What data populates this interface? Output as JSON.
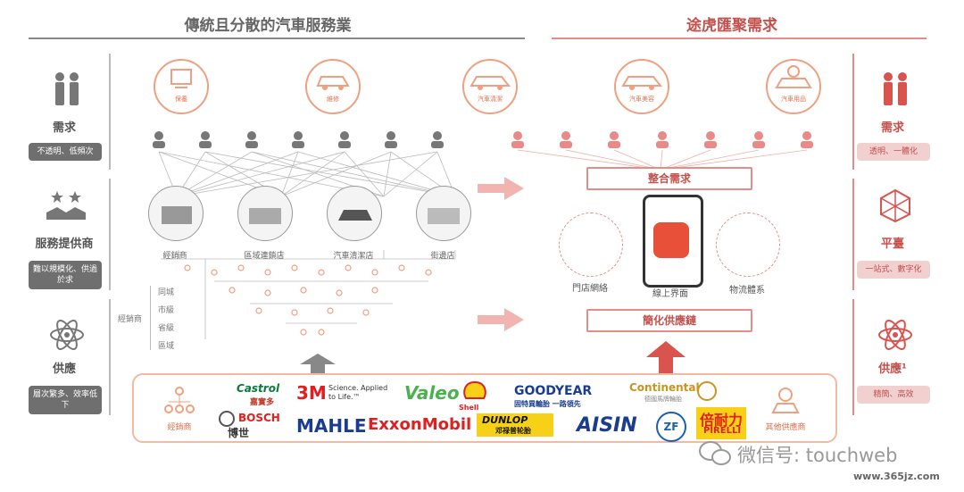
{
  "left_header": "傳統且分散的汽車服務業",
  "right_header": "途虎匯聚需求",
  "left_side": {
    "demand": {
      "title": "需求",
      "tag": "不透明、低頻次"
    },
    "provider": {
      "title": "服務提供商",
      "tag": "難以規模化、供過於求"
    },
    "supply": {
      "title": "供應",
      "tag": "層次繁多、效率低下"
    }
  },
  "right_side": {
    "demand": {
      "title": "需求",
      "tag": "透明、一體化"
    },
    "platform": {
      "title": "平臺",
      "tag": "一站式、數字化"
    },
    "supply": {
      "title": "供應¹",
      "tag": "精簡、高效"
    }
  },
  "left_services": [
    "保養",
    "維修",
    "汽車清潔"
  ],
  "right_services": [
    "汽車美容",
    "汽車用品"
  ],
  "stores": [
    "經銷商",
    "區域連鎖店",
    "汽車清潔店",
    "街邊店"
  ],
  "dealer_label": "經銷商",
  "levels": [
    "同城",
    "市級",
    "省級",
    "區域"
  ],
  "integrate": "整合需求",
  "simplify": "簡化供應鏈",
  "platform_items": [
    "門店網絡",
    "線上界面",
    "物流體系"
  ],
  "supplier_left": "經銷商",
  "supplier_right": "其他供應商",
  "brands": {
    "castrol": "Castrol",
    "castrol_cn": "嘉實多",
    "three_m": "3M",
    "three_m_sub": "Science. Applied to Life.™",
    "valeo": "Valeo",
    "shell": "Shell",
    "goodyear": "GOODYEAR",
    "goodyear_cn": "固特異輪胎 一路領先",
    "continental": "Continental",
    "continental_cn": "德國馬牌輪胎",
    "bosch": "BOSCH",
    "bosch_cn": "博世",
    "mahle": "MAHLE",
    "exxon": "ExxonMobil",
    "dunlop": "DUNLOP",
    "dunlop_cn": "邓禄普轮胎",
    "aisin": "AISIN",
    "zf": "ZF",
    "pirelli_cn": "倍耐力",
    "pirelli": "PIRELLI"
  },
  "watermark": "微信号: touchweb",
  "site": "www.365jz.com",
  "colors": {
    "accent": "#c4504c",
    "accent_light": "#f0a080",
    "gray": "#6f6f6f"
  }
}
